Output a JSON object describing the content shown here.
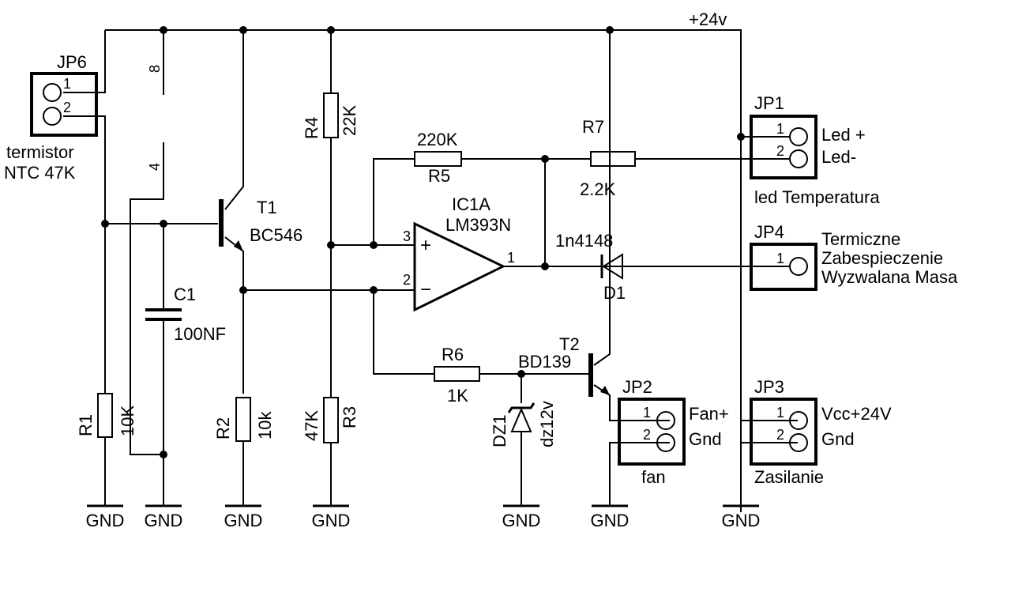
{
  "supply": "+24v",
  "gnd": "GND",
  "JP6": {
    "name": "JP6",
    "pin1": "1",
    "pin2": "2",
    "desc1": "termistor",
    "desc2": "NTC 47K"
  },
  "JP1": {
    "name": "JP1",
    "pin1": "1",
    "pin2": "2",
    "label1": "Led +",
    "label2": "Led-",
    "desc": "led Temperatura"
  },
  "JP4": {
    "name": "JP4",
    "pin1": "1",
    "label1": "Termiczne",
    "label2": "Zabespieczenie",
    "label3": "Wyzwalana Masa"
  },
  "JP2": {
    "name": "JP2",
    "pin1": "1",
    "pin2": "2",
    "label1": "Fan+",
    "label2": "Gnd",
    "desc": "fan"
  },
  "JP3": {
    "name": "JP3",
    "pin1": "1",
    "pin2": "2",
    "label1": "Vcc+24V",
    "label2": "Gnd",
    "desc": "Zasilanie"
  },
  "IC": {
    "name": "IC1A",
    "part": "LM393N",
    "pin_plus": "3",
    "pin_minus": "2",
    "pin_out": "1",
    "plus": "+",
    "minus": "−"
  },
  "IC_pins": {
    "p8": "8",
    "p4": "4"
  },
  "T1": {
    "name": "T1",
    "part": "BC546"
  },
  "T2": {
    "name": "T2",
    "part": "BD139"
  },
  "C1": {
    "name": "C1",
    "value": "100NF"
  },
  "R1": {
    "name": "R1",
    "value": "10K"
  },
  "R2": {
    "name": "R2",
    "value": "10k"
  },
  "R3": {
    "name": "R3",
    "value": "47K"
  },
  "R4": {
    "name": "R4",
    "value": "22K"
  },
  "R5": {
    "name": "R5",
    "value": "220K"
  },
  "R6": {
    "name": "R6",
    "value": "1K"
  },
  "R7": {
    "name": "R7",
    "value": "2.2K"
  },
  "D1": {
    "name": "D1",
    "part": "1n4148"
  },
  "DZ1": {
    "name": "DZ1",
    "value": "dz12v"
  }
}
